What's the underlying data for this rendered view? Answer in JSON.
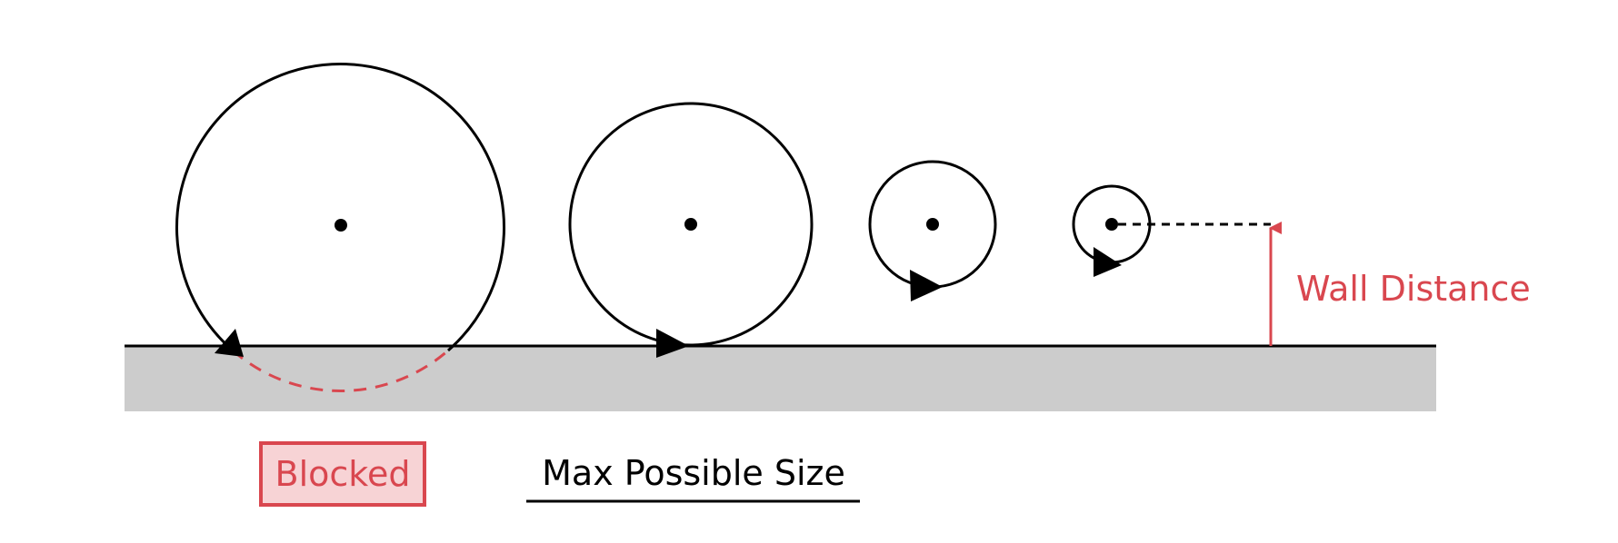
{
  "colors": {
    "ink": "#000000",
    "accent": "#d9474f",
    "ground": "#cccccc",
    "blocked_fill": "#f7d3d5"
  },
  "labels": {
    "wall_distance": "Wall Distance",
    "blocked": "Blocked",
    "max_possible_size": "Max Possible Size"
  },
  "circles": [
    {
      "id": "large",
      "state": "blocked"
    },
    {
      "id": "medium",
      "state": "max-possible-size"
    },
    {
      "id": "small",
      "state": "free"
    },
    {
      "id": "tiny",
      "state": "free"
    }
  ]
}
